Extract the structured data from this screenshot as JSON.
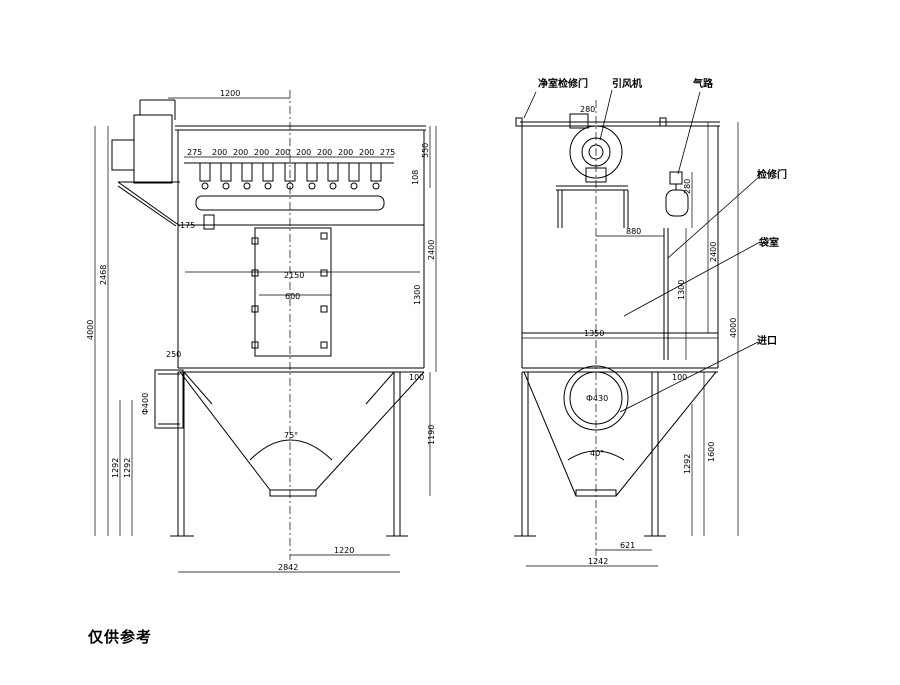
{
  "footer_note": "仅供参考",
  "front_view": {
    "dims": {
      "top_width": "1200",
      "top_pitch_first": "275",
      "top_pitch_1": "200",
      "top_pitch_2": "200",
      "top_pitch_3": "200",
      "top_pitch_4": "200",
      "top_pitch_5": "200",
      "top_pitch_6": "200",
      "top_pitch_7": "200",
      "top_pitch_8": "200",
      "top_pitch_last": "275",
      "right_550": "550",
      "right_108": "108",
      "left_175": "175",
      "inner_2150": "2150",
      "inner_600": "600",
      "right_2400": "2400",
      "right_1300": "1300",
      "right_100": "100",
      "right_1190": "1190",
      "left_2468": "2468",
      "left_4000": "4000",
      "inlet_250": "250",
      "inlet_height": "Ф400",
      "left_1292a": "1292",
      "left_1292b": "1292",
      "hopper_angle": "75°",
      "bottom_1220": "1220",
      "bottom_2842": "2842"
    }
  },
  "side_view": {
    "labels": {
      "clean_room_door": "净室检修门",
      "fan": "引风机",
      "air_line": "气路",
      "access_door": "检修门",
      "chamber": "袋室",
      "inlet": "进口"
    },
    "dims": {
      "fan_280": "280",
      "dim_280": "280",
      "dim_880": "880",
      "dim_2400": "2400",
      "dim_1300": "1300",
      "dim_1350": "1350",
      "dim_4000": "4000",
      "dim_100": "100",
      "inlet_dia": "Ф430",
      "hopper_angle": "40°",
      "dim_1600": "1600",
      "dim_1292": "1292",
      "bottom_621": "621",
      "bottom_1242": "1242"
    }
  }
}
